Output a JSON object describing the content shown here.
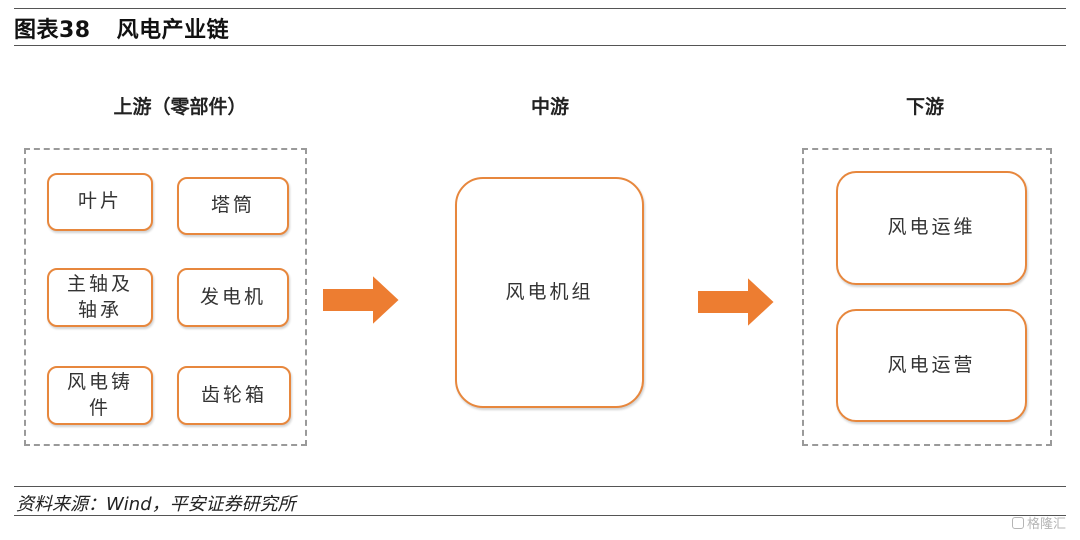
{
  "figure": {
    "number": "图表38",
    "title": "风电产业链"
  },
  "sections": {
    "upstream": "上游（零部件）",
    "midstream": "中游",
    "downstream": "下游"
  },
  "upstream_items": [
    "叶片",
    "塔筒",
    "主轴及\n轴承",
    "发电机",
    "风电铸\n件",
    "齿轮箱"
  ],
  "midstream_item": "风电机组",
  "downstream_items": [
    "风电运维",
    "风电运营"
  ],
  "source": "资料来源：Wind，平安证券研究所",
  "watermark": "格隆汇",
  "colors": {
    "accent": "#e7873d",
    "arrow": "#ed7d31",
    "dashed": "#9a9a9a"
  }
}
